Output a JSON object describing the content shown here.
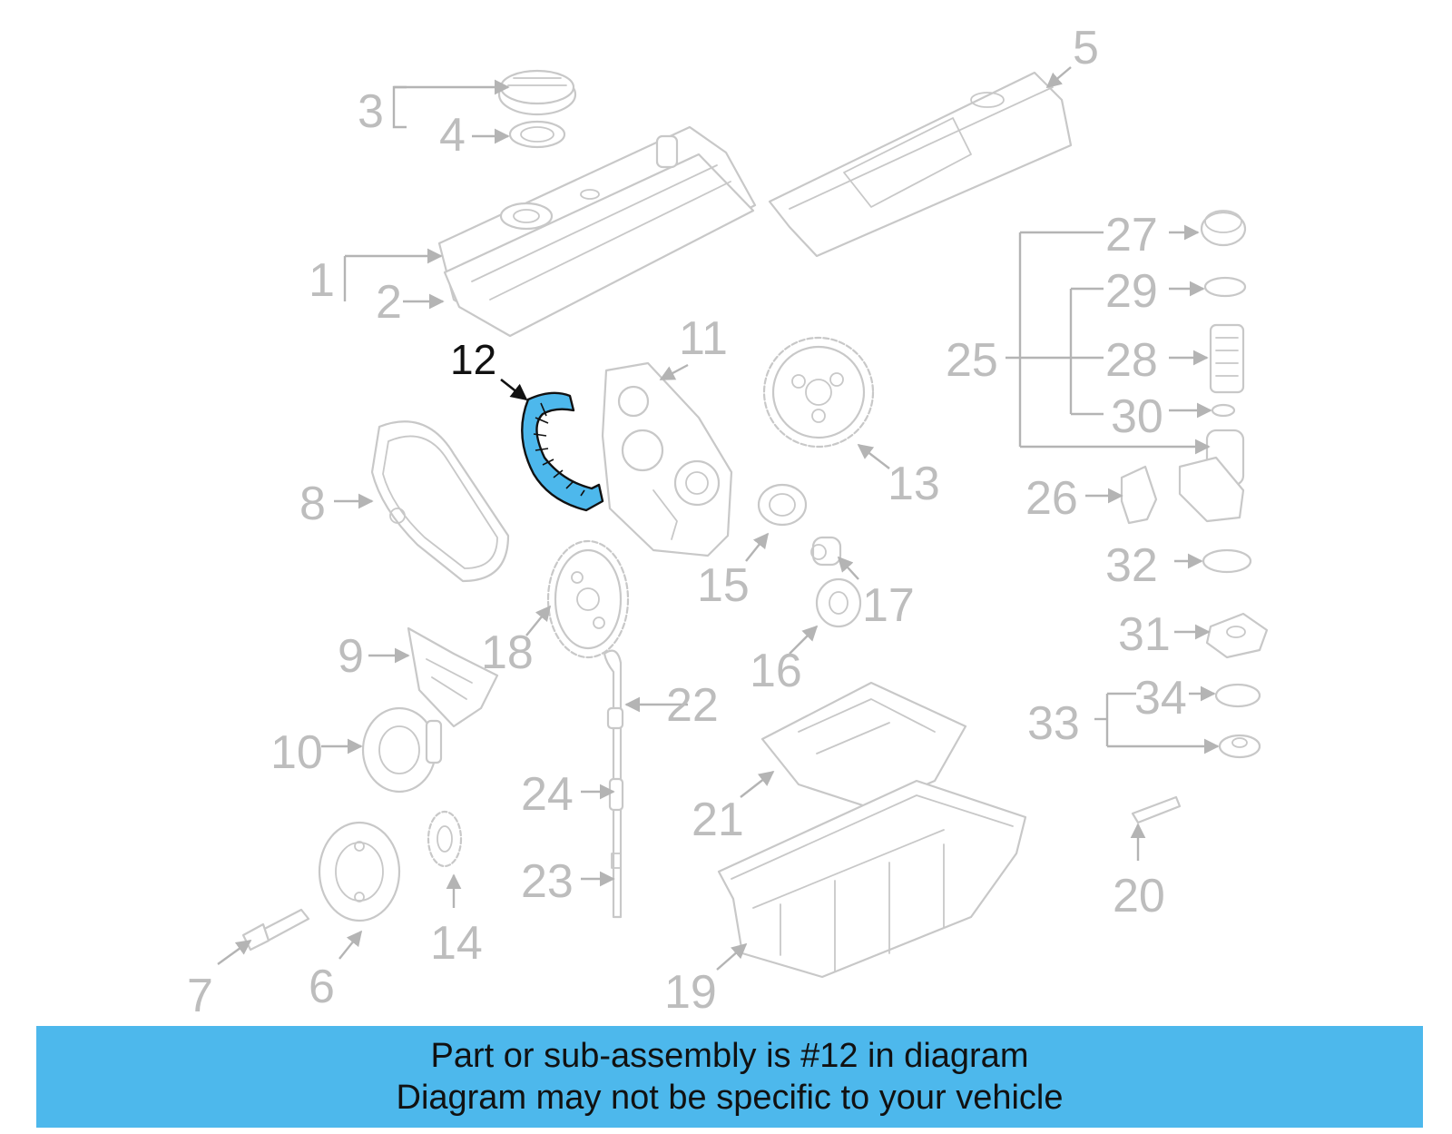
{
  "diagram": {
    "highlighted_part": "12",
    "callouts": [
      "1",
      "2",
      "3",
      "4",
      "5",
      "6",
      "7",
      "8",
      "9",
      "10",
      "11",
      "12",
      "13",
      "14",
      "15",
      "16",
      "17",
      "18",
      "19",
      "20",
      "21",
      "22",
      "23",
      "24",
      "25",
      "26",
      "27",
      "28",
      "29",
      "30",
      "31",
      "32",
      "33",
      "34"
    ],
    "colors": {
      "highlight": "#4db8ec",
      "part_outline": "#c8c8c8",
      "callout_text": "#bdbdbd",
      "highlight_text": "#111111"
    }
  },
  "banner": {
    "line1": "Part or sub-assembly is #12 in diagram",
    "line2": "Diagram may not be specific to your vehicle"
  }
}
